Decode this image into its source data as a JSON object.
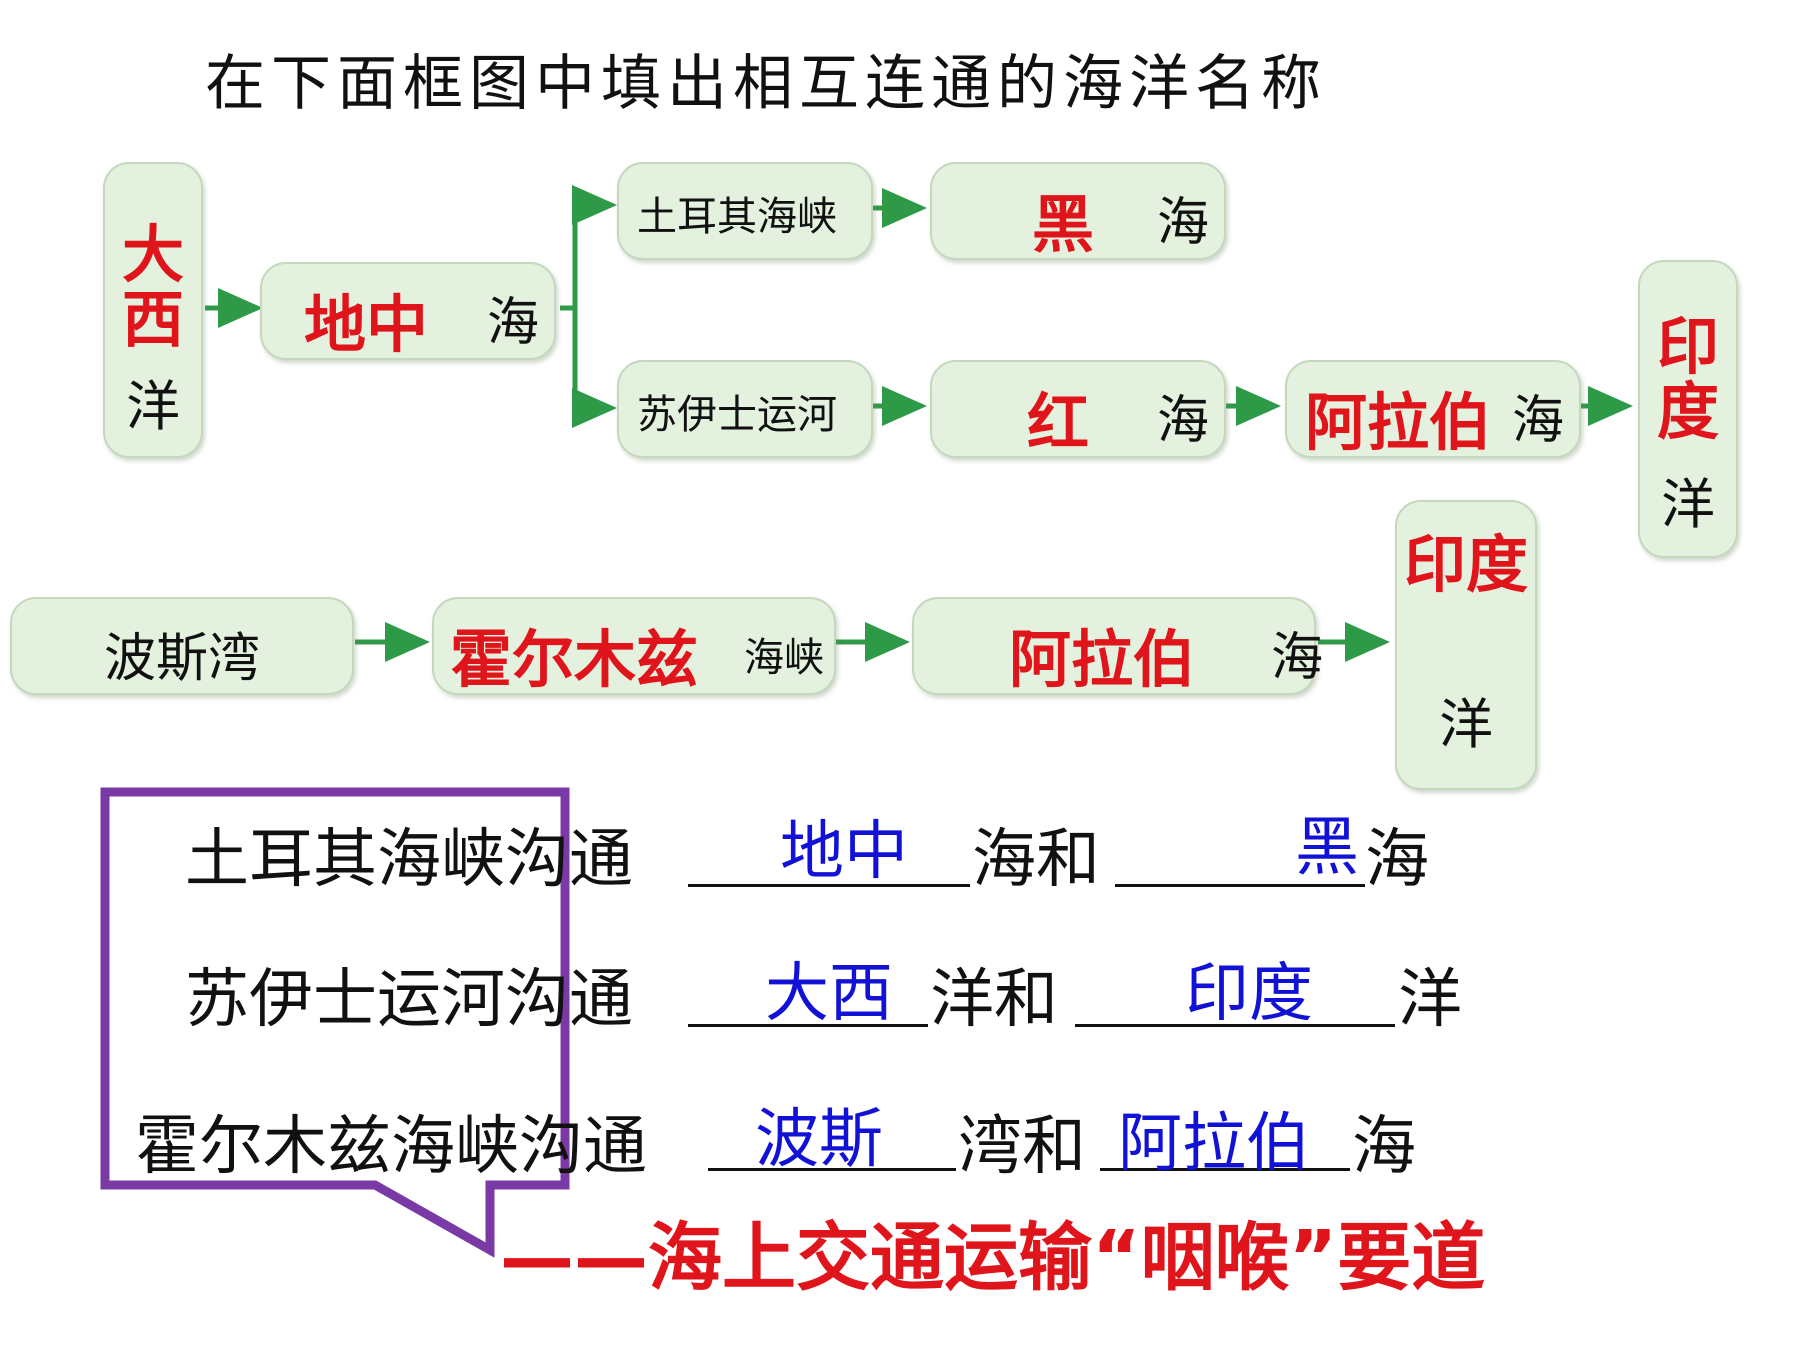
{
  "title": "在下面框图中填出相互连通的海洋名称",
  "diagram": {
    "atlantic": {
      "red": "大西",
      "suffix": "洋"
    },
    "mediterranean": {
      "red": "地中",
      "suffix": "海"
    },
    "turkish_strait": "土耳其海峡",
    "black_sea": {
      "red": "黑",
      "suffix": "海"
    },
    "suez_canal": "苏伊士运河",
    "red_sea": {
      "red": "红",
      "suffix": "海"
    },
    "arabian_sea_top": {
      "red": "阿拉伯",
      "suffix": "海"
    },
    "indian_ocean_top": {
      "red": "印度",
      "suffix": "洋"
    },
    "persian_gulf": "波斯湾",
    "hormuz": {
      "red": "霍尔木兹",
      "suffix": "海峡"
    },
    "arabian_sea_bottom": {
      "red": "阿拉伯",
      "suffix": "海"
    },
    "indian_ocean_bottom": {
      "red": "印度",
      "suffix": "洋"
    }
  },
  "sentences": [
    {
      "prefix": "土耳其海峡沟通",
      "answer1": "地中",
      "mid": "海和",
      "answer2": "黑",
      "end": "海"
    },
    {
      "prefix": "苏伊士运河沟通",
      "answer1": "大西",
      "mid": "洋和",
      "answer2": "印度",
      "end": "洋"
    },
    {
      "prefix": "霍尔木兹海峡沟通",
      "answer1": "波斯",
      "mid": "湾和",
      "answer2": "阿拉伯",
      "end": "海"
    }
  ],
  "slogan": "——海上交通运输“咽喉”要道",
  "colors": {
    "answer_red": "#e0141b",
    "answer_blue": "#1212d6",
    "box_fill": "#e3f1de",
    "arrow": "#2e9a48",
    "callout": "#7a3aa6"
  }
}
